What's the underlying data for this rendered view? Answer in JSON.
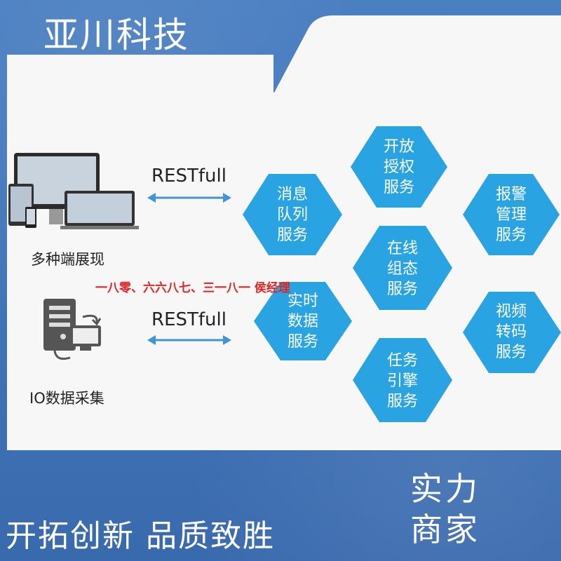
{
  "brand": "亚川科技",
  "slogan": "开拓创新 品质致胜",
  "side_title": [
    "实力",
    "商家"
  ],
  "watermark": "一八零、六六八七、三一八一 侯经理",
  "clients": [
    {
      "label": "多种端展现",
      "protocol": "RESTfull"
    },
    {
      "label": "IO数据采集",
      "protocol": "RESTfull"
    }
  ],
  "services": [
    {
      "lines": [
        "开放",
        "授权",
        "服务"
      ]
    },
    {
      "lines": [
        "消息",
        "队列",
        "服务"
      ]
    },
    {
      "lines": [
        "报警",
        "管理",
        "服务"
      ]
    },
    {
      "lines": [
        "在线",
        "组态",
        "服务"
      ]
    },
    {
      "lines": [
        "实时",
        "数据",
        "服务"
      ]
    },
    {
      "lines": [
        "视频",
        "转码",
        "服务"
      ]
    },
    {
      "lines": [
        "任务",
        "引擎",
        "服务"
      ]
    }
  ],
  "colors": {
    "hex": "#29a3e2",
    "arrow": "#3f95d6",
    "bg": "#3f74b8"
  }
}
